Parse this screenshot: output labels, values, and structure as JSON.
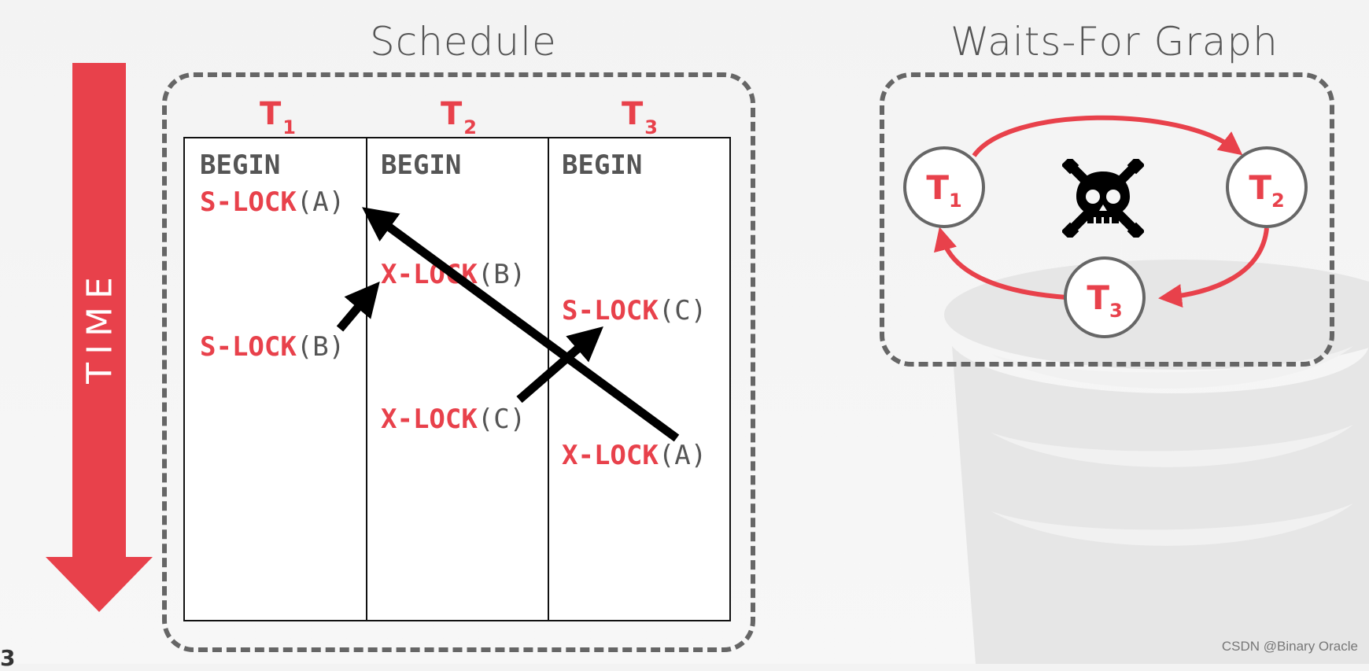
{
  "schedule": {
    "title": "Schedule",
    "time_label": "TIME",
    "columns": [
      {
        "name": "T",
        "sub": "1"
      },
      {
        "name": "T",
        "sub": "2"
      },
      {
        "name": "T",
        "sub": "3"
      }
    ],
    "ops": {
      "t1_begin": "BEGIN",
      "t1_op1_kw": "S-LOCK",
      "t1_op1_arg": "(A)",
      "t1_op2_kw": "S-LOCK",
      "t1_op2_arg": "(B)",
      "t2_begin": "BEGIN",
      "t2_op1_kw": "X-LOCK",
      "t2_op1_arg": "(B)",
      "t2_op2_kw": "X-LOCK",
      "t2_op2_arg": "(C)",
      "t3_begin": "BEGIN",
      "t3_op1_kw": "S-LOCK",
      "t3_op1_arg": "(C)",
      "t3_op2_kw": "X-LOCK",
      "t3_op2_arg": "(A)"
    }
  },
  "graph": {
    "title": "Waits-For Graph",
    "nodes": [
      {
        "name": "T",
        "sub": "1"
      },
      {
        "name": "T",
        "sub": "2"
      },
      {
        "name": "T",
        "sub": "3"
      }
    ],
    "edges": [
      {
        "from": "T1",
        "to": "T2"
      },
      {
        "from": "T2",
        "to": "T3"
      },
      {
        "from": "T3",
        "to": "T1"
      }
    ],
    "center_icon": "skull-crossbones-icon"
  },
  "colors": {
    "accent": "#e8414b",
    "frame": "#666666",
    "text": "#555555"
  },
  "footer": {
    "watermark": "CSDN @Binary Oracle",
    "page_number": "3"
  }
}
